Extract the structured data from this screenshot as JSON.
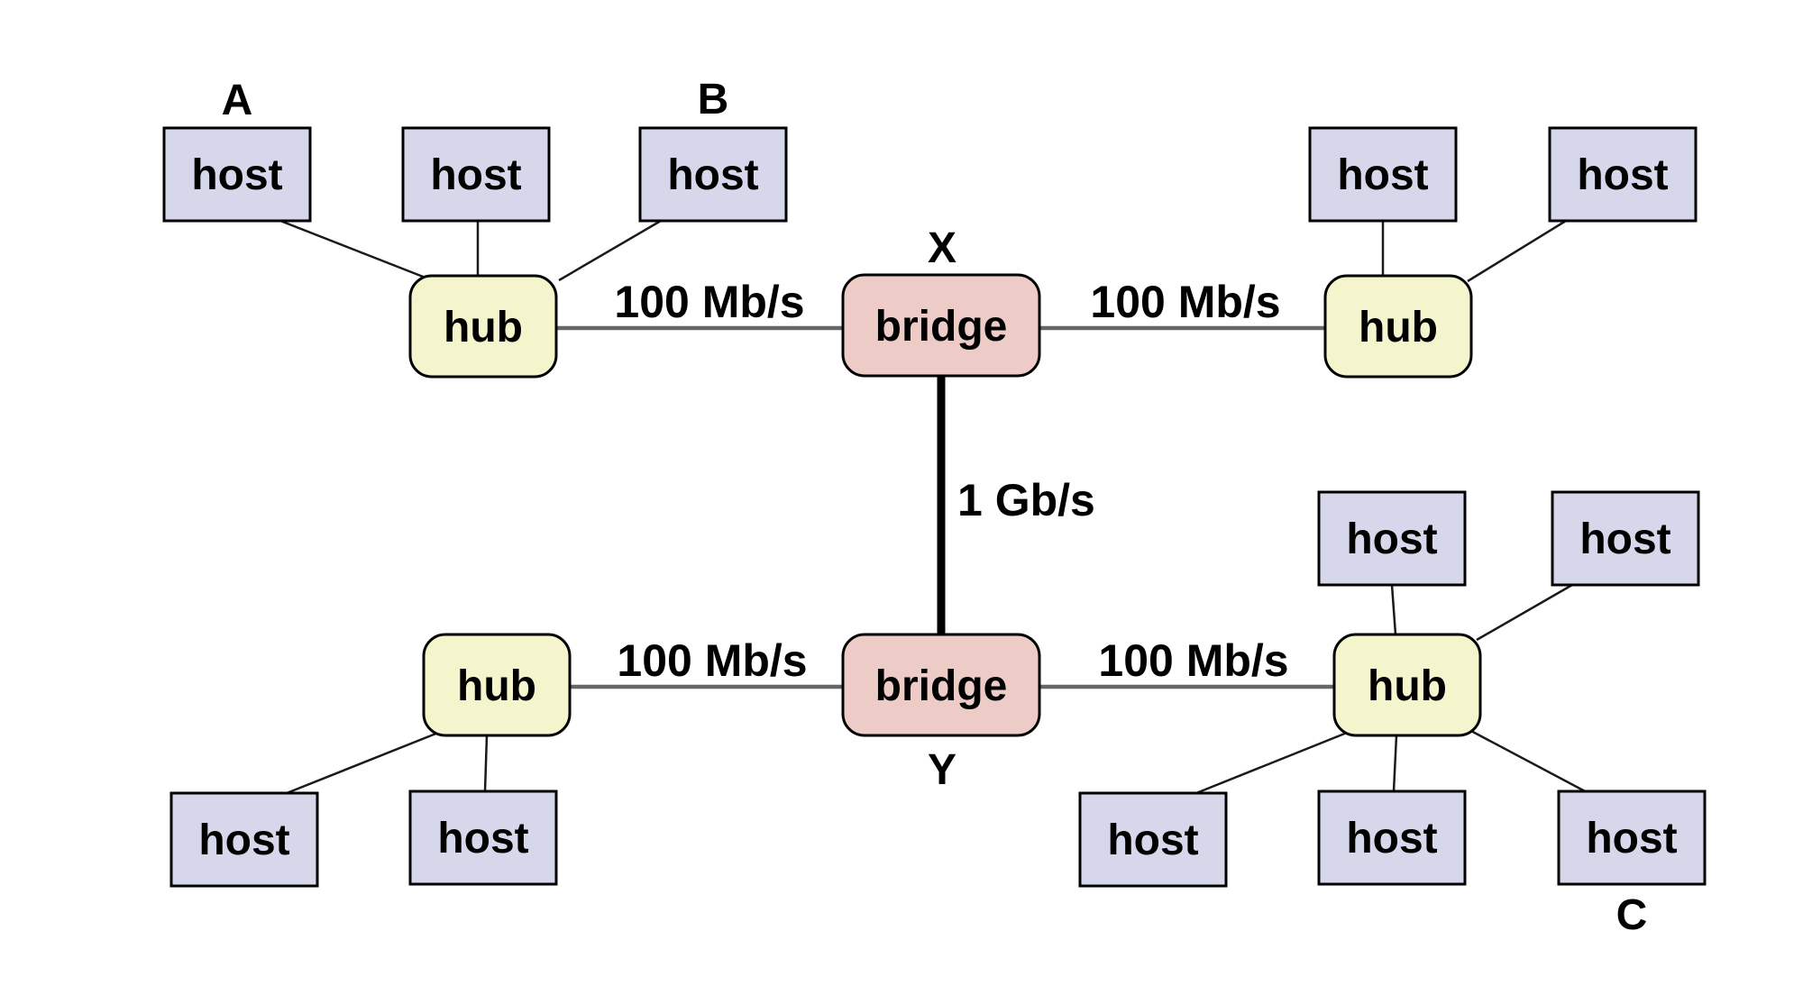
{
  "diagram": {
    "node_labels": {
      "host": "host",
      "hub": "hub",
      "bridge": "bridge"
    },
    "host_annotations": {
      "a": "A",
      "b": "B",
      "c": "C"
    },
    "bridge_annotations": {
      "x": "X",
      "y": "Y"
    },
    "link_labels": {
      "hub_bridge_speed": "100 Mb/s",
      "bridge_bridge_speed": "1 Gb/s"
    },
    "colors": {
      "background": "#ffffff",
      "host_fill": "#d7d7eb",
      "hub_fill": "#f5f5cd",
      "bridge_fill": "#edcbc7",
      "node_border": "#000000",
      "host_link": "#1a1a1a",
      "lan_link": "#666666",
      "backbone_link": "#000000",
      "text": "#000000"
    },
    "counts": {
      "hosts": 12,
      "hubs": 4,
      "bridges": 2,
      "hub_bridge_links": 4,
      "bridge_bridge_links": 1
    }
  }
}
